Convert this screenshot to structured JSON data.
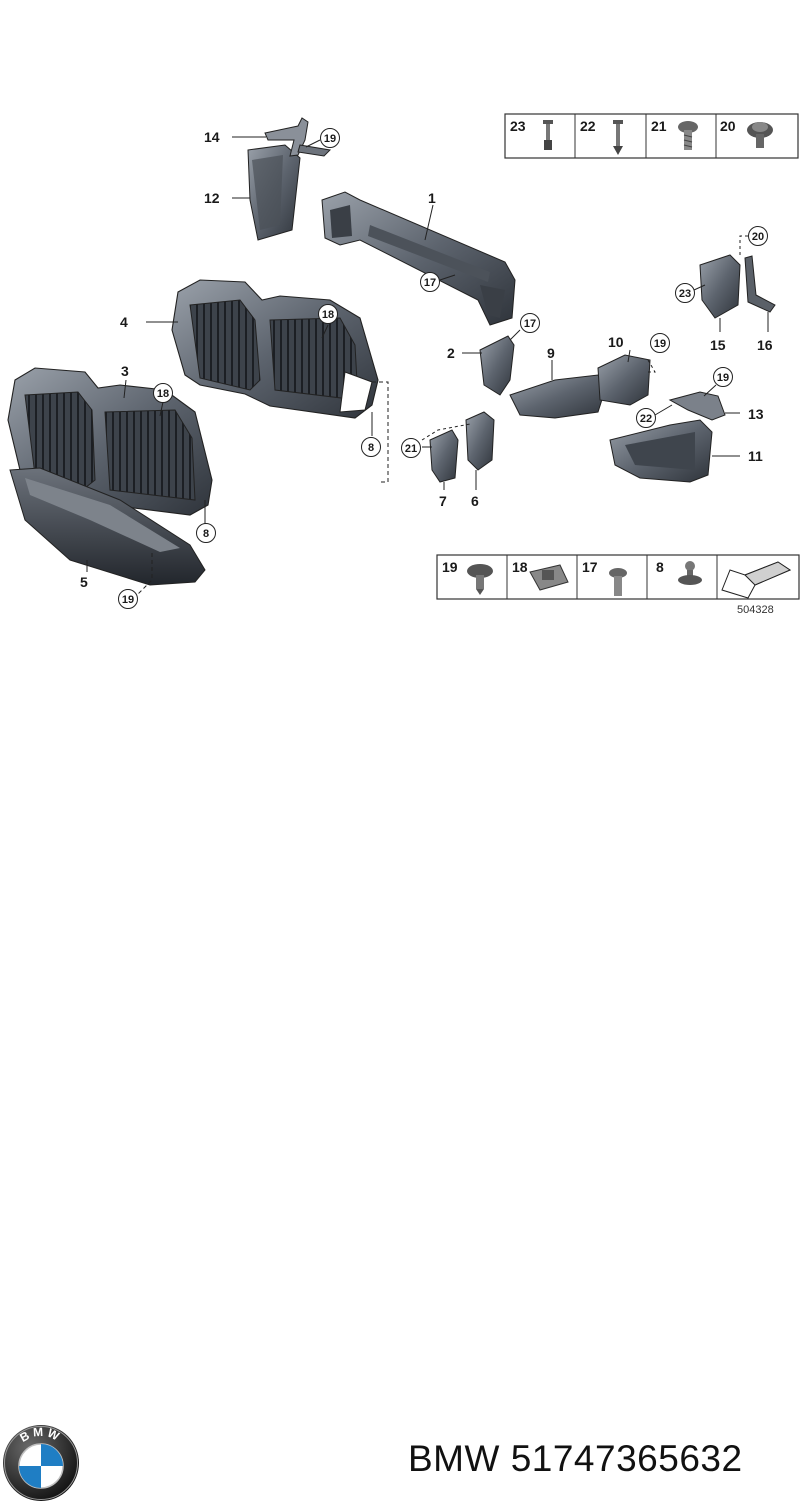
{
  "diagram": {
    "callouts": [
      "1",
      "2",
      "3",
      "4",
      "5",
      "6",
      "7",
      "8",
      "9",
      "10",
      "11",
      "12",
      "13",
      "14",
      "15",
      "16"
    ],
    "circled_refs": [
      "17",
      "18",
      "19",
      "20",
      "21",
      "22",
      "23",
      "8"
    ],
    "box_top": [
      "23",
      "22",
      "21",
      "20"
    ],
    "box_bottom": [
      "19",
      "18",
      "17",
      "8"
    ],
    "reference_code": "504328"
  },
  "footer": {
    "brand_logo_text": "BMW",
    "part_number": "BMW 51747365632"
  }
}
